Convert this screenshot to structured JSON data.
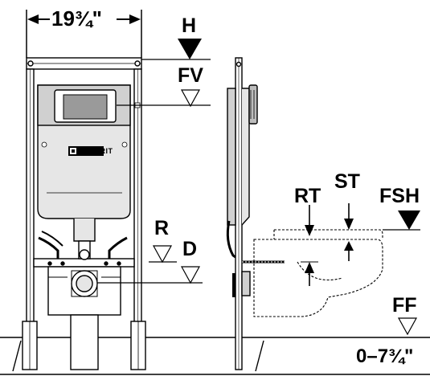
{
  "dimensions": {
    "width": "19¾\"",
    "depth_range": "0–7¾\""
  },
  "labels": {
    "h": "H",
    "fv": "FV",
    "r": "R",
    "d": "D",
    "rt": "RT",
    "st": "ST",
    "fsh": "FSH",
    "ff": "FF"
  },
  "brand": {
    "name": "GEBERIT"
  },
  "colors": {
    "line": "#000000",
    "fill_light": "#e6e6e6",
    "fill_mid": "#bdbdbd",
    "background": "#ffffff"
  }
}
